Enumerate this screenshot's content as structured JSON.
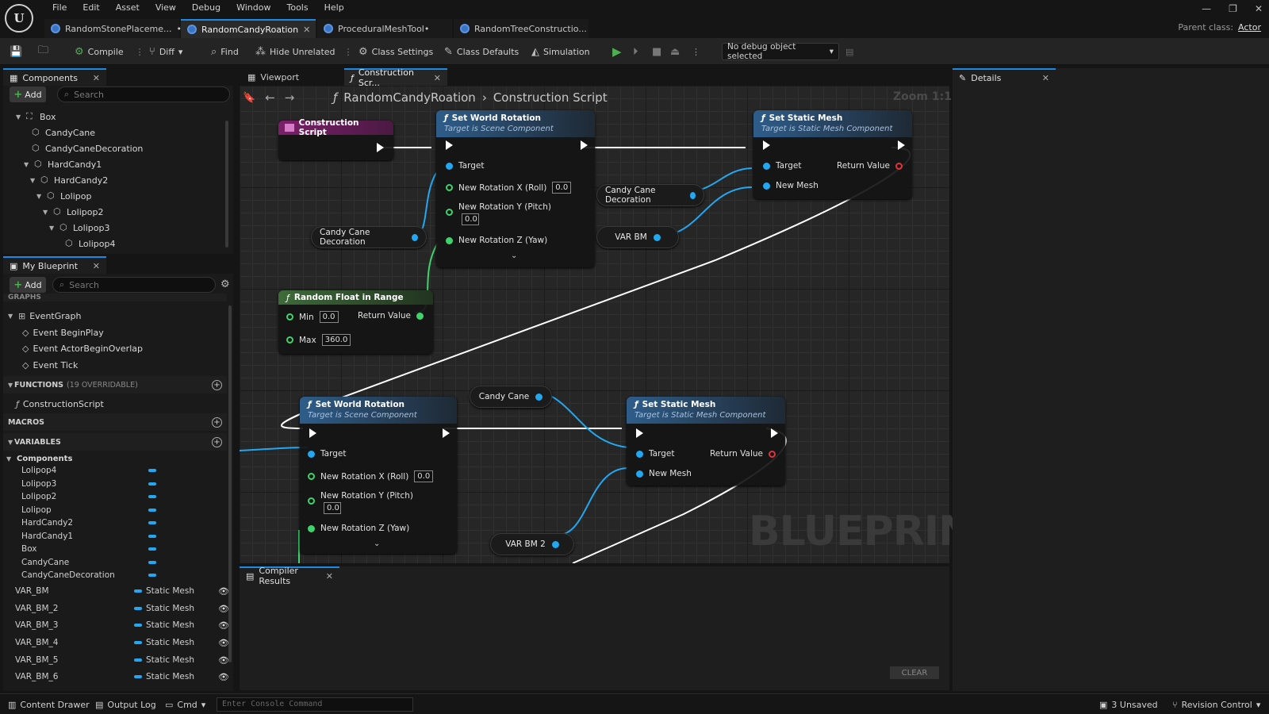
{
  "menu": [
    "File",
    "Edit",
    "Asset",
    "View",
    "Debug",
    "Window",
    "Tools",
    "Help"
  ],
  "tabs": [
    {
      "label": "RandomStonePlaceme...",
      "modified": "•",
      "active": false
    },
    {
      "label": "RandomCandyRoation",
      "modified": "",
      "active": true
    },
    {
      "label": "ProceduralMeshTool•",
      "modified": "",
      "active": false
    },
    {
      "label": "RandomTreeConstructio...",
      "modified": "",
      "active": false
    }
  ],
  "parent_class": {
    "label": "Parent class:",
    "value": "Actor"
  },
  "toolbar": {
    "compile": "Compile",
    "diff": "Diff",
    "find": "Find",
    "hide_unrelated": "Hide Unrelated",
    "class_settings": "Class Settings",
    "class_defaults": "Class Defaults",
    "simulation": "Simulation",
    "debug_object": "No debug object selected"
  },
  "components_panel": {
    "title": "Components",
    "add": "Add",
    "search_placeholder": "Search",
    "items": [
      {
        "label": "Box",
        "depth": 1
      },
      {
        "label": "CandyCane",
        "depth": 2
      },
      {
        "label": "CandyCaneDecoration",
        "depth": 2
      },
      {
        "label": "HardCandy1",
        "depth": 2
      },
      {
        "label": "HardCandy2",
        "depth": 3
      },
      {
        "label": "Lolipop",
        "depth": 4
      },
      {
        "label": "Lolipop2",
        "depth": 5
      },
      {
        "label": "Lolipop3",
        "depth": 6
      },
      {
        "label": "Lolipop4",
        "depth": 7
      }
    ]
  },
  "my_blueprint": {
    "title": "My Blueprint",
    "add": "Add",
    "search_placeholder": "Search",
    "graphs_header": "GRAPHS",
    "event_graph": "EventGraph",
    "events": [
      "Event BeginPlay",
      "Event ActorBeginOverlap",
      "Event Tick"
    ],
    "functions_header": "FUNCTIONS",
    "functions_sub": "(19 OVERRIDABLE)",
    "functions": [
      "ConstructionScript"
    ],
    "macros_header": "MACROS",
    "variables_header": "VARIABLES",
    "components_header": "Components",
    "component_vars": [
      "Lolipop4",
      "Lolipop3",
      "Lolipop2",
      "Lolipop",
      "HardCandy2",
      "HardCandy1",
      "Box",
      "CandyCane",
      "CandyCaneDecoration"
    ],
    "vars": [
      {
        "name": "VAR_BM",
        "type": "Static Mesh"
      },
      {
        "name": "VAR_BM_2",
        "type": "Static Mesh"
      },
      {
        "name": "VAR_BM_3",
        "type": "Static Mesh"
      },
      {
        "name": "VAR_BM_4",
        "type": "Static Mesh"
      },
      {
        "name": "VAR_BM_5",
        "type": "Static Mesh"
      },
      {
        "name": "VAR_BM_6",
        "type": "Static Mesh"
      }
    ]
  },
  "editor_tabs": {
    "viewport": "Viewport",
    "construction": "Construction Scr..."
  },
  "breadcrumb": {
    "class": "RandomCandyRoation",
    "graph": "Construction Script",
    "zoom": "Zoom 1:1"
  },
  "nodes": {
    "construction_script": "Construction Script",
    "swr1": {
      "title": "Set World Rotation",
      "sub": "Target is Scene Component",
      "target": "Target",
      "x": "New Rotation X (Roll)",
      "x_val": "0.0",
      "y": "New Rotation Y (Pitch)",
      "y_val": "0.0",
      "z": "New Rotation Z (Yaw)"
    },
    "ssm1": {
      "title": "Set Static Mesh",
      "sub": "Target is Static Mesh Component",
      "target": "Target",
      "ret": "Return Value",
      "mesh": "New Mesh"
    },
    "rfr": {
      "title": "Random Float in Range",
      "min": "Min",
      "min_val": "0.0",
      "max": "Max",
      "max_val": "360.0",
      "ret": "Return Value"
    },
    "swr2": {
      "title": "Set World Rotation",
      "sub": "Target is Scene Component",
      "target": "Target",
      "x": "New Rotation X (Roll)",
      "x_val": "0.0",
      "y": "New Rotation Y (Pitch)",
      "y_val": "0.0",
      "z": "New Rotation Z (Yaw)"
    },
    "ssm2": {
      "title": "Set Static Mesh",
      "sub": "Target is Static Mesh Component",
      "target": "Target",
      "ret": "Return Value",
      "mesh": "New Mesh"
    },
    "var_ccd_a": "Candy Cane Decoration",
    "var_ccd_b": "Candy Cane Decoration",
    "var_bm": "VAR BM",
    "var_cc": "Candy Cane",
    "var_bm2": "VAR BM 2"
  },
  "watermark": "BLUEPRINT",
  "compiler": {
    "title": "Compiler Results",
    "clear": "CLEAR"
  },
  "details": {
    "title": "Details"
  },
  "statusbar": {
    "content_drawer": "Content Drawer",
    "output_log": "Output Log",
    "cmd": "Cmd",
    "console_placeholder": "Enter Console Command",
    "unsaved": "3 Unsaved",
    "revision": "Revision Control"
  }
}
